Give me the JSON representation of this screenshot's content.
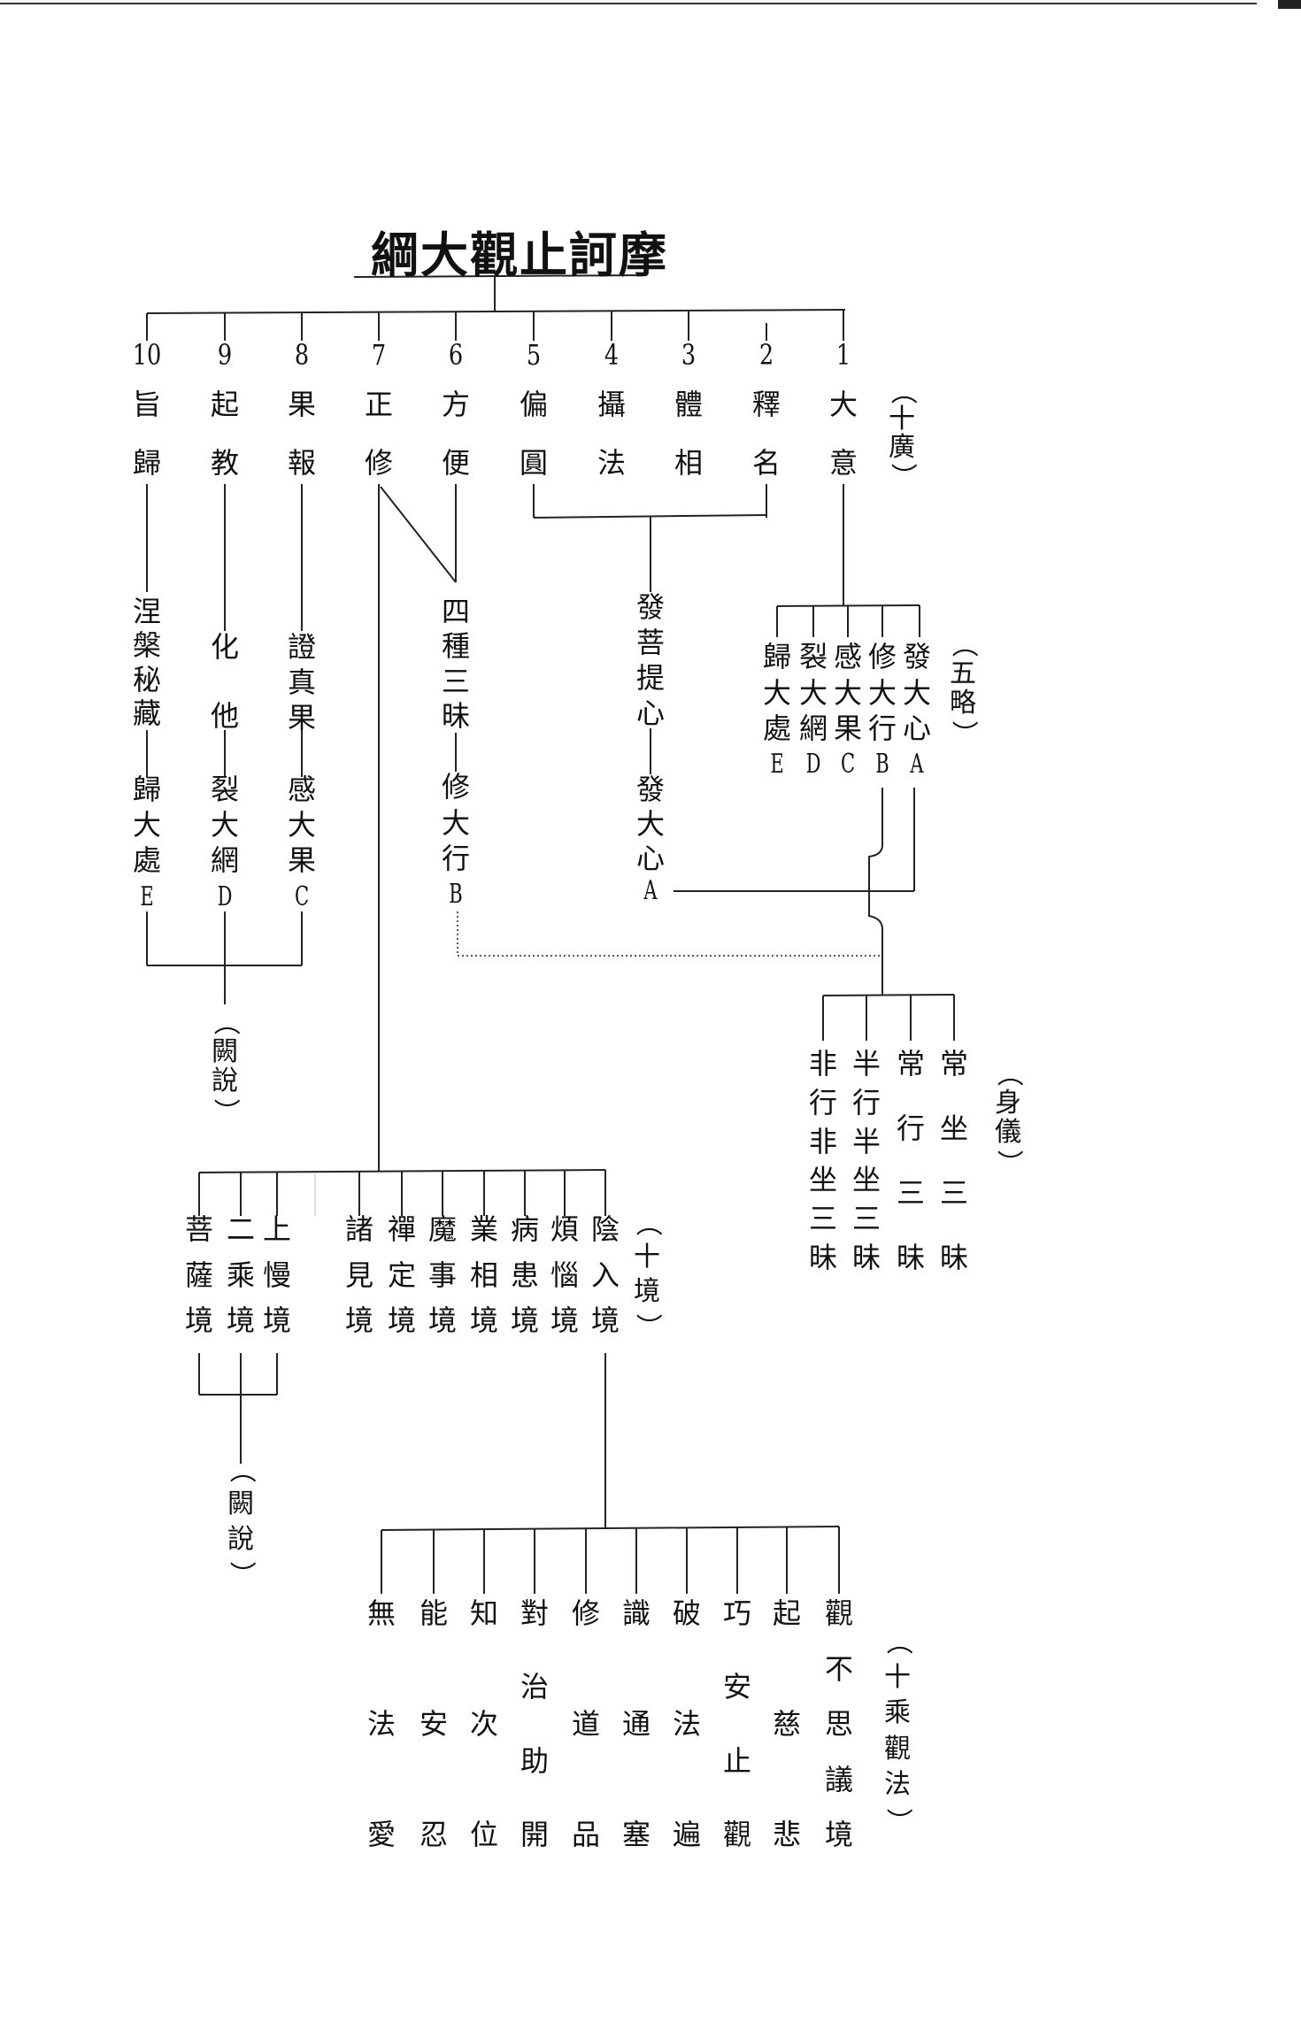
{
  "title": "綱大觀止訶摩",
  "ten_broad": {
    "note": "（十廣）",
    "items": [
      {
        "num": "1",
        "name": "大意"
      },
      {
        "num": "2",
        "name": "釋名"
      },
      {
        "num": "3",
        "name": "體相"
      },
      {
        "num": "4",
        "name": "攝法"
      },
      {
        "num": "5",
        "name": "偏圓"
      },
      {
        "num": "6",
        "name": "方便"
      },
      {
        "num": "7",
        "name": "正修"
      },
      {
        "num": "8",
        "name": "果報"
      },
      {
        "num": "9",
        "name": "起教"
      },
      {
        "num": "10",
        "name": "旨歸"
      }
    ]
  },
  "five_summary": {
    "note": "（五略）",
    "items": [
      {
        "name": "發大心",
        "letter": "A"
      },
      {
        "name": "修大行",
        "letter": "B"
      },
      {
        "name": "感大果",
        "letter": "C"
      },
      {
        "name": "裂大網",
        "letter": "D"
      },
      {
        "name": "歸大處",
        "letter": "E"
      }
    ]
  },
  "mappings": {
    "bodhi": {
      "top": "發菩提心",
      "bottom": "發大心",
      "letter": "A"
    },
    "samadhi": {
      "top": "四種三昧",
      "bottom": "修大行",
      "letter": "B"
    },
    "fruit": {
      "top": "證真果",
      "bottom": "感大果",
      "letter": "C"
    },
    "teach": {
      "top": "化他",
      "bottom": "裂大網",
      "letter": "D"
    },
    "return": {
      "top": "涅槃秘藏",
      "bottom": "歸大處",
      "letter": "E"
    },
    "omitted_note": "（闕說）"
  },
  "body_postures": {
    "note": "（身儀）",
    "items": [
      "常坐三昧",
      "常行三昧",
      "半行半坐三昧",
      "非行非坐三昧"
    ]
  },
  "ten_realms": {
    "note": "（十境）",
    "items": [
      "陰入境",
      "煩惱境",
      "病患境",
      "業相境",
      "魔事境",
      "禪定境",
      "諸見境",
      "上慢境",
      "二乘境",
      "菩薩境"
    ],
    "omitted_note": "（闕說）"
  },
  "ten_vehicles": {
    "note": "（十乘觀法）",
    "items": [
      "觀不思議境",
      "起慈悲",
      "巧安止觀",
      "破法遍",
      "識通塞",
      "修道品",
      "對治助開",
      "知次位",
      "能安忍",
      "無法愛"
    ]
  }
}
